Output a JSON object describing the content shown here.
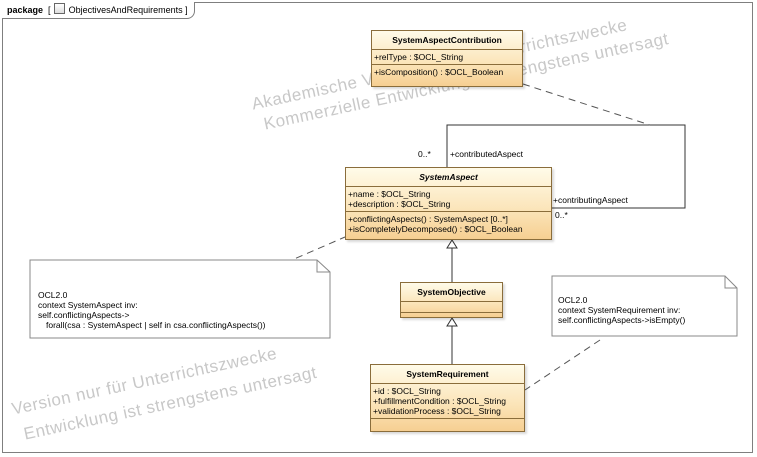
{
  "diagram": {
    "frame": {
      "keyword": "package",
      "name": "ObjectivesAndRequirements"
    },
    "classes": {
      "contribution": {
        "name": "SystemAspectContribution",
        "attributes": [
          "+relType : $OCL_String"
        ],
        "operations": [
          "+isComposition() : $OCL_Boolean"
        ]
      },
      "aspect": {
        "name": "SystemAspect",
        "attributes": [
          "+name : $OCL_String",
          "+description : $OCL_String"
        ],
        "operations": [
          "+conflictingAspects() : SystemAspect [0..*]",
          "+isCompletelyDecomposed() : $OCL_Boolean"
        ]
      },
      "objective": {
        "name": "SystemObjective"
      },
      "requirement": {
        "name": "SystemRequirement",
        "attributes": [
          "+id : $OCL_String",
          "+fulfillmentCondition : $OCL_String",
          "+validationProcess : $OCL_String"
        ]
      }
    },
    "association": {
      "role_left": "+contributedAspect",
      "mult_left": "0..*",
      "role_right": "+contributingAspect",
      "mult_right": "0..*"
    },
    "notes": {
      "aspect_note": [
        "OCL2.0",
        "context SystemAspect inv:",
        "self.conflictingAspects->",
        "forall(csa : SystemAspect | self in csa.conflictingAspects())"
      ],
      "requirement_note": [
        "OCL2.0",
        "context SystemRequirement inv:",
        "self.conflictingAspects->isEmpty()"
      ]
    },
    "watermarks": [
      "Akademische Version nur für Unterrichtszwecke",
      "Kommerzielle Entwicklung ist strengstens untersagt",
      "Version nur für Unterrichtszwecke",
      "Entwicklung ist strengstens untersagt"
    ],
    "colors": {
      "class_fill_top": "#fffbe9",
      "class_fill_bottom": "#f6cf92",
      "border": "#8a6d3b"
    }
  }
}
